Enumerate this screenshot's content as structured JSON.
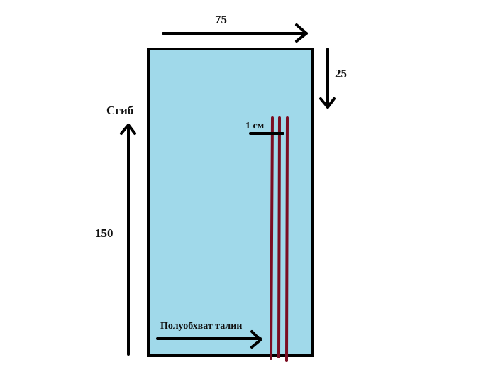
{
  "labels": {
    "width": "75",
    "top_offset": "25",
    "fold": "Сгиб",
    "length": "150",
    "one_cm": "1 см",
    "half_waist": "Полуобхват талии"
  },
  "colors": {
    "fabric": "#a0d9ea",
    "outline": "#000000",
    "seam_lines": "#7b0d22"
  }
}
